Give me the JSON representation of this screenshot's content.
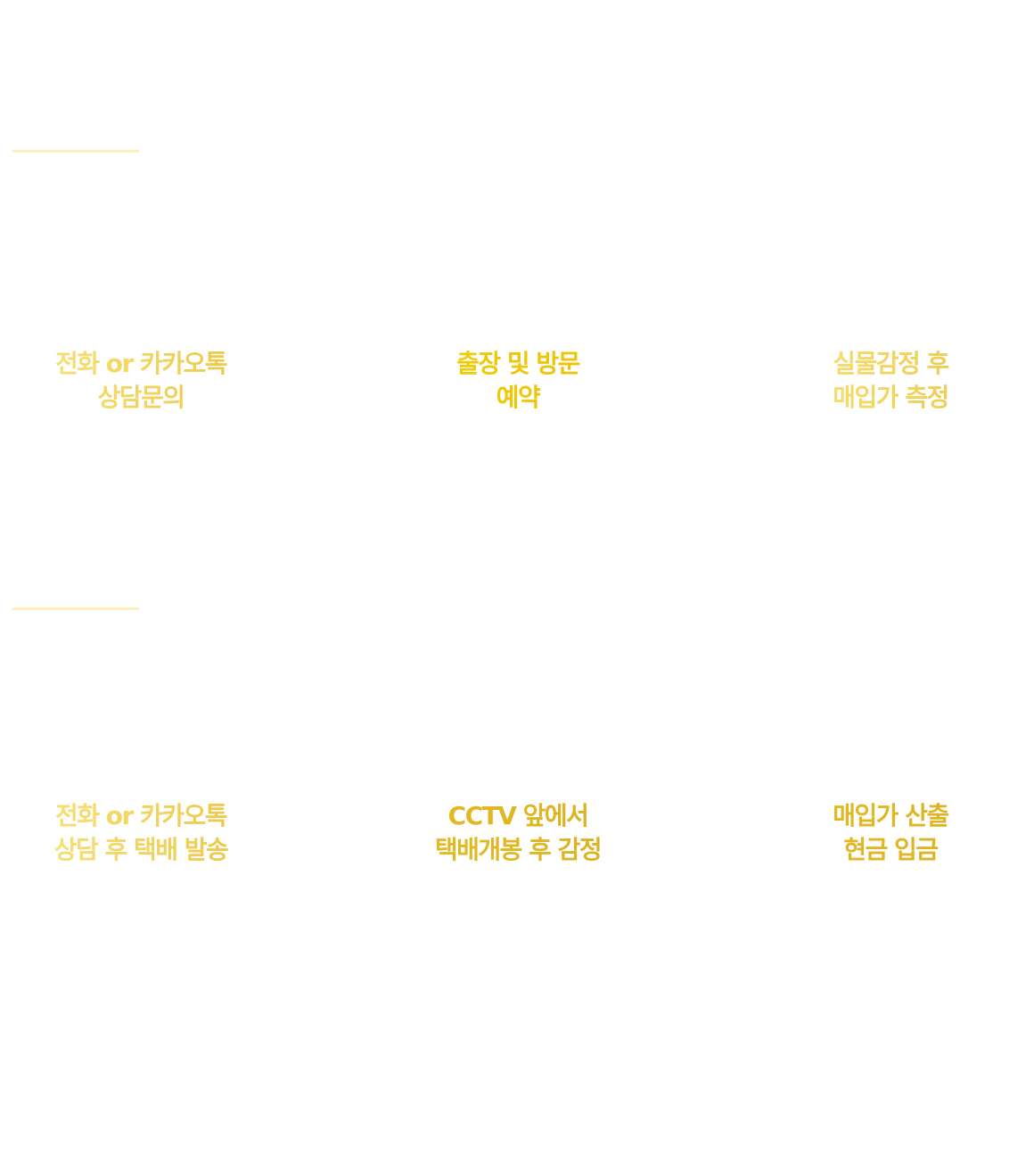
{
  "section1": {
    "steps": [
      {
        "line1": "전화 or 카카오톡",
        "line2": "상담문의"
      },
      {
        "line1": "출장 및 방문",
        "line2": "예약"
      },
      {
        "line1": "실물감정 후",
        "line2": "매입가 측정"
      }
    ]
  },
  "section2": {
    "steps": [
      {
        "line1": "전화 or 카카오톡",
        "line2": "상담 후 택배 발송"
      },
      {
        "line1": "CCTV 앞에서",
        "line2": "택배개봉 후 감정"
      },
      {
        "line1": "매입가 산출",
        "line2": "현금 입금"
      }
    ]
  },
  "colors": {
    "accent_light": "#fbe685",
    "accent": "#f2d000",
    "accent_dark": "#d9af20",
    "divider": "#fdf0b8"
  }
}
